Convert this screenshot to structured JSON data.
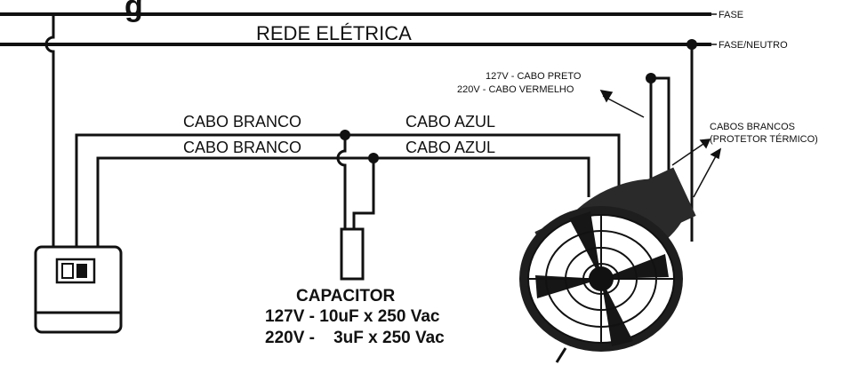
{
  "title_fragment": "g",
  "labels": {
    "fase": "FASE",
    "fase_neutro": "FASE/NEUTRO",
    "rede_eletrica": "REDE ELÉTRICA",
    "cabo_branco_1": "CABO BRANCO",
    "cabo_branco_2": "CABO BRANCO",
    "cabo_azul_1": "CABO AZUL",
    "cabo_azul_2": "CABO AZUL",
    "cabo_preto": "127V - CABO PRETO",
    "cabo_vermelho": "220V - CABO VERMELHO",
    "cabos_brancos": "CABOS BRANCOS",
    "protetor_termico": "(PROTETOR TÉRMICO)"
  },
  "capacitor": {
    "title": "CAPACITOR",
    "line_127": "127V - 10uF x 250 Vac",
    "line_220": "220V -    3uF x 250 Vac"
  },
  "colors": {
    "wire": "#111111",
    "fan_body": "#2a2a2a",
    "fan_blade": "#161616",
    "background": "#ffffff"
  },
  "icons": {
    "switch": "wall-switch-icon",
    "fan": "exhaust-fan-icon",
    "capacitor": "capacitor-icon"
  }
}
